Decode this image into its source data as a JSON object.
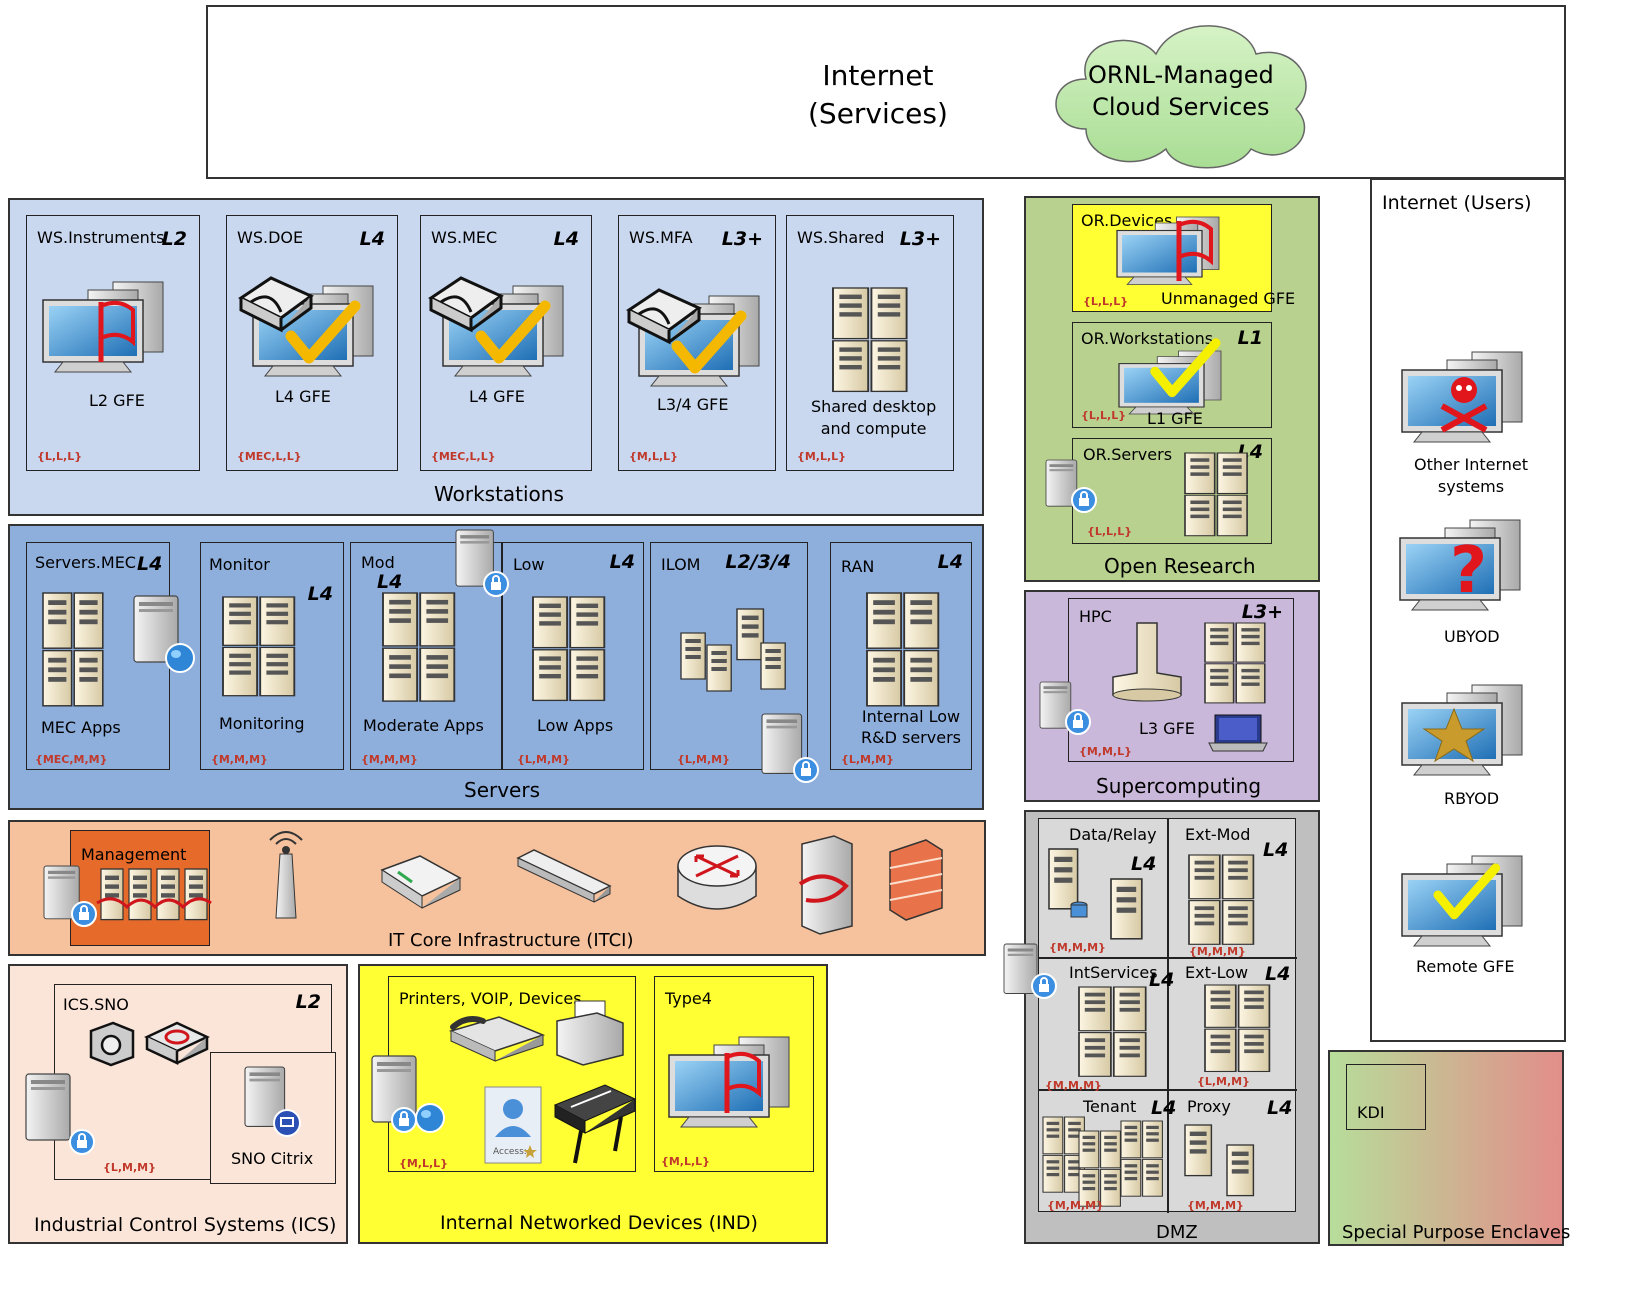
{
  "internet": {
    "title_line1": "Internet",
    "title_line2": "(Services)",
    "cloud_line1": "ORNL-Managed",
    "cloud_line2": "Cloud Services"
  },
  "internet_users": {
    "title": "Internet (Users)",
    "items": [
      {
        "label_line1": "Other Internet",
        "label_line2": "systems"
      },
      {
        "label_line1": "UBYOD"
      },
      {
        "label_line1": "RBYOD"
      },
      {
        "label_line1": "Remote GFE"
      }
    ]
  },
  "workstations": {
    "title": "Workstations",
    "enclaves": [
      {
        "name": "WS.Instruments",
        "level": "L2",
        "caption": "L2 GFE",
        "code": "{L,L,L}"
      },
      {
        "name": "WS.DOE",
        "level": "L4",
        "caption": "L4 GFE",
        "code": "{MEC,L,L}"
      },
      {
        "name": "WS.MEC",
        "level": "L4",
        "caption": "L4 GFE",
        "code": "{MEC,L,L}"
      },
      {
        "name": "WS.MFA",
        "level": "L3+",
        "caption": "L3/4 GFE",
        "code": "{M,L,L}"
      },
      {
        "name": "WS.Shared",
        "level": "L3+",
        "caption_line1": "Shared desktop",
        "caption_line2": "and compute",
        "code": "{M,L,L}"
      }
    ]
  },
  "servers": {
    "title": "Servers",
    "enclaves": [
      {
        "name": "Servers.MEC",
        "level": "L4",
        "caption": "MEC Apps",
        "code": "{MEC,M,M}"
      },
      {
        "name": "Monitor",
        "level": "L4",
        "caption": "Monitoring",
        "code": "{M,M,M}"
      },
      {
        "name": "Mod",
        "level": "L4",
        "caption": "Moderate Apps",
        "code": "{M,M,M}"
      },
      {
        "name": "Low",
        "level": "L4",
        "caption": "Low Apps",
        "code": "{L,M,M}"
      },
      {
        "name": "ILOM",
        "level": "L2/3/4",
        "caption": "",
        "code": "{L,M,M}"
      },
      {
        "name": "RAN",
        "level": "L4",
        "caption_line1": "Internal Low",
        "caption_line2": "R&D servers",
        "code": "{L,M,M}"
      }
    ]
  },
  "open_research": {
    "title": "Open Research",
    "devices": {
      "name": "OR.Devices",
      "caption": "Unmanaged GFE",
      "code": "{L,L,L}"
    },
    "workstations": {
      "name": "OR.Workstations",
      "level": "L1",
      "caption": "L1 GFE",
      "code": "{L,L,L}"
    },
    "servers": {
      "name": "OR.Servers",
      "level": "L4",
      "code": "{L,L,L}"
    }
  },
  "supercomputing": {
    "title": "Supercomputing",
    "name": "HPC",
    "level": "L3+",
    "caption": "L3 GFE",
    "code": "{M,M,L}"
  },
  "itci": {
    "title": "IT Core Infrastructure (ITCI)",
    "management": "Management"
  },
  "dmz": {
    "title": "DMZ",
    "cells": [
      {
        "name": "Data/Relay",
        "level": "L4",
        "code": "{M,M,M}"
      },
      {
        "name": "Ext-Mod",
        "level": "L4",
        "code": "{M,M,M}"
      },
      {
        "name": "IntServices",
        "level": "L4",
        "code": "{M,M,M}"
      },
      {
        "name": "Ext-Low",
        "level": "L4",
        "code": "{L,M,M}"
      },
      {
        "name": "Tenant",
        "level": "L4",
        "code": "{M,M,M}"
      },
      {
        "name": "Proxy",
        "level": "L4",
        "code": "{M,M,M}"
      }
    ]
  },
  "ics": {
    "title": "Industrial Control Systems (ICS)",
    "name": "ICS.SNO",
    "level": "L2",
    "code": "{L,M,M}",
    "citrix": "SNO Citrix"
  },
  "ind": {
    "title": "Internal Networked Devices (IND)",
    "printers": {
      "name": "Printers, VOIP, Devices",
      "code": "{M,L,L}",
      "badge_text": "Access:"
    },
    "type4": {
      "name": "Type4",
      "code": "{M,L,L}"
    }
  },
  "spe": {
    "title": "Special Purpose Enclaves",
    "kdi": "KDI"
  },
  "colors": {
    "workstations_bg": "#c9d8ef",
    "servers_bg": "#8eaedc",
    "open_research_bg": "#b9d18f",
    "supercomputing_bg": "#c9b8d9",
    "itci_bg": "#f6c29d",
    "management_bg": "#e66b2a",
    "ics_bg": "#fbe5d9",
    "ind_bg": "#ffff33",
    "dmz_bg": "#bfbfbf",
    "code_red": "#c0392b"
  }
}
